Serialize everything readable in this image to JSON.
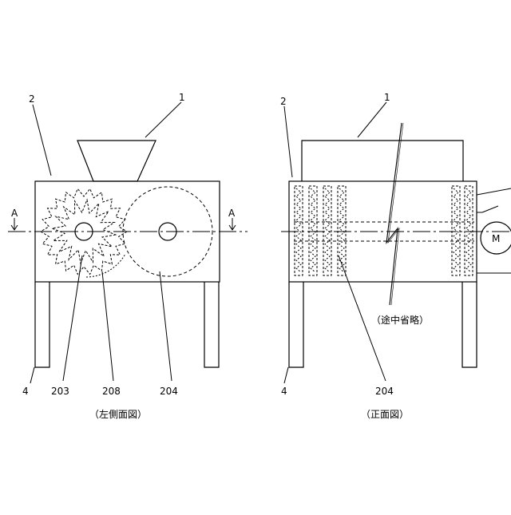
{
  "left_view": {
    "caption": "（左側面図）",
    "labels": {
      "hopper": "1",
      "housing": "2",
      "leg": "4",
      "rotor_203": "203",
      "rotor_208": "208",
      "rotor_204": "204"
    },
    "section_mark": "A"
  },
  "front_view": {
    "caption": "（正面図）",
    "labels": {
      "hopper": "1",
      "housing": "2",
      "leg": "4",
      "rotor_204": "204"
    },
    "omission_note": "（途中省略）",
    "motor_label": "M"
  },
  "colors": {
    "line": "#000000",
    "background": "#ffffff"
  }
}
